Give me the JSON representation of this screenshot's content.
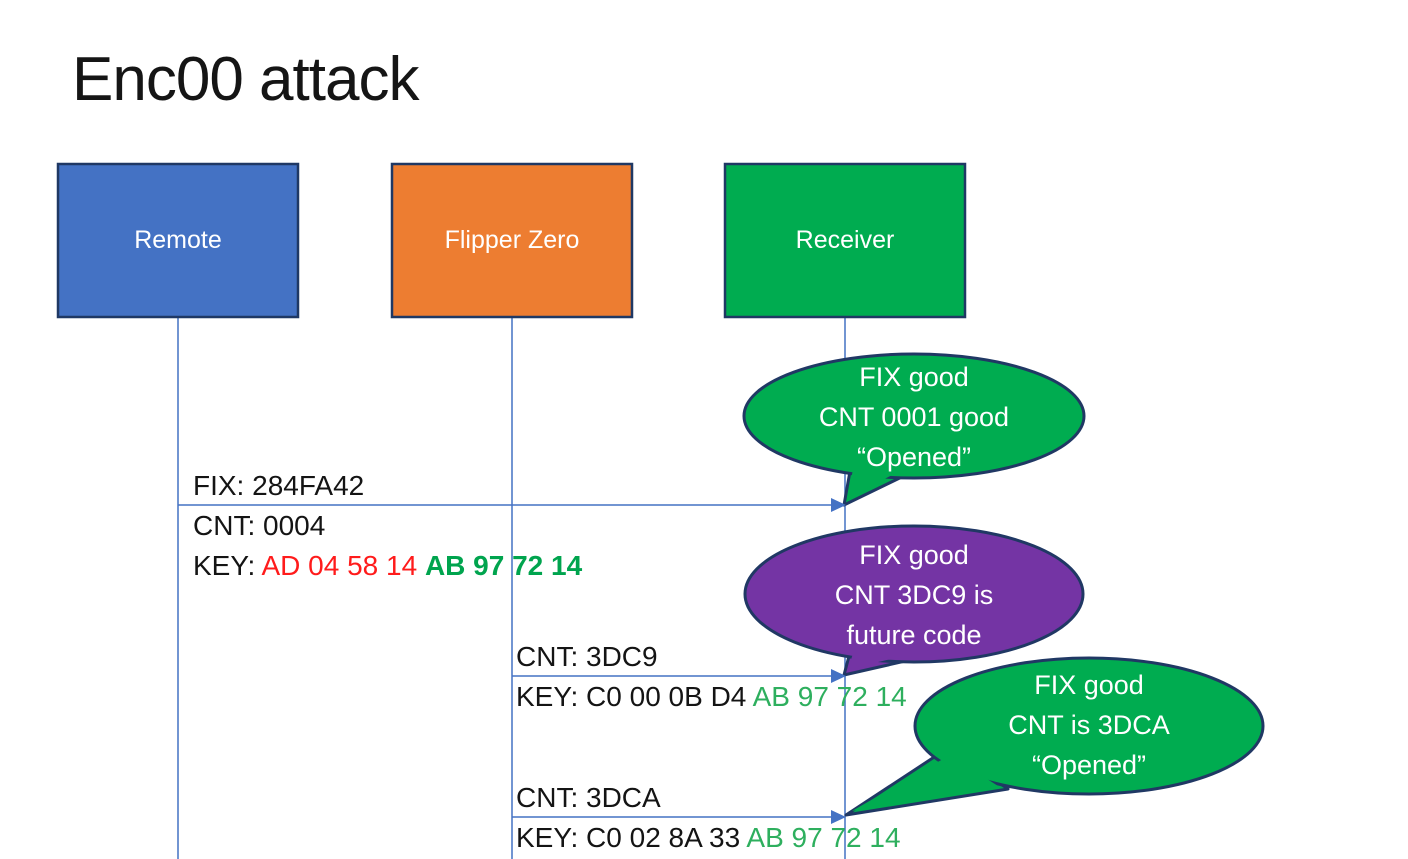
{
  "title": "Enc00 attack",
  "colors": {
    "title_text": "#151515",
    "line": "#4472C4",
    "box_border": "#1F3864",
    "callout_border": "#203864",
    "msg_text": "#141414",
    "key_red": "#FF1B1B",
    "key_green_bold": "#00A44E",
    "key_green": "#2EAF5E",
    "callout_text": "#FFFFFF",
    "remote_fill": "#4472C4",
    "flipper_fill": "#ED7D31",
    "receiver_fill": "#00AC50",
    "callout_green": "#00AC50",
    "callout_purple": "#7434A4"
  },
  "actors": [
    {
      "label": "Remote"
    },
    {
      "label": "Flipper Zero"
    },
    {
      "label": "Receiver"
    }
  ],
  "messages": [
    {
      "from": "Remote",
      "to": "Receiver",
      "fix": "FIX: 284FA42",
      "cnt": "CNT: 0004",
      "key_label": "KEY: ",
      "key_red": "AD 04 58 14 ",
      "key_green": "AB 97 72 14"
    },
    {
      "from": "Flipper Zero",
      "to": "Receiver",
      "cnt": "CNT: 3DC9",
      "key_label": "KEY: ",
      "key_black": "C0 00 0B D4 ",
      "key_green": "AB 97 72 14"
    },
    {
      "from": "Flipper Zero",
      "to": "Receiver",
      "cnt": "CNT: 3DCA",
      "key_label": "KEY: ",
      "key_black": "C0 02 8A 33 ",
      "key_green": "AB 97 72 14"
    }
  ],
  "callouts": [
    {
      "color": "green",
      "lines": [
        "FIX good",
        "CNT 0001 good",
        "“Opened”"
      ]
    },
    {
      "color": "purple",
      "lines": [
        "FIX good",
        "CNT 3DC9 is",
        "future code"
      ]
    },
    {
      "color": "green",
      "lines": [
        "FIX good",
        "CNT is 3DCA",
        "“Opened”"
      ]
    }
  ]
}
